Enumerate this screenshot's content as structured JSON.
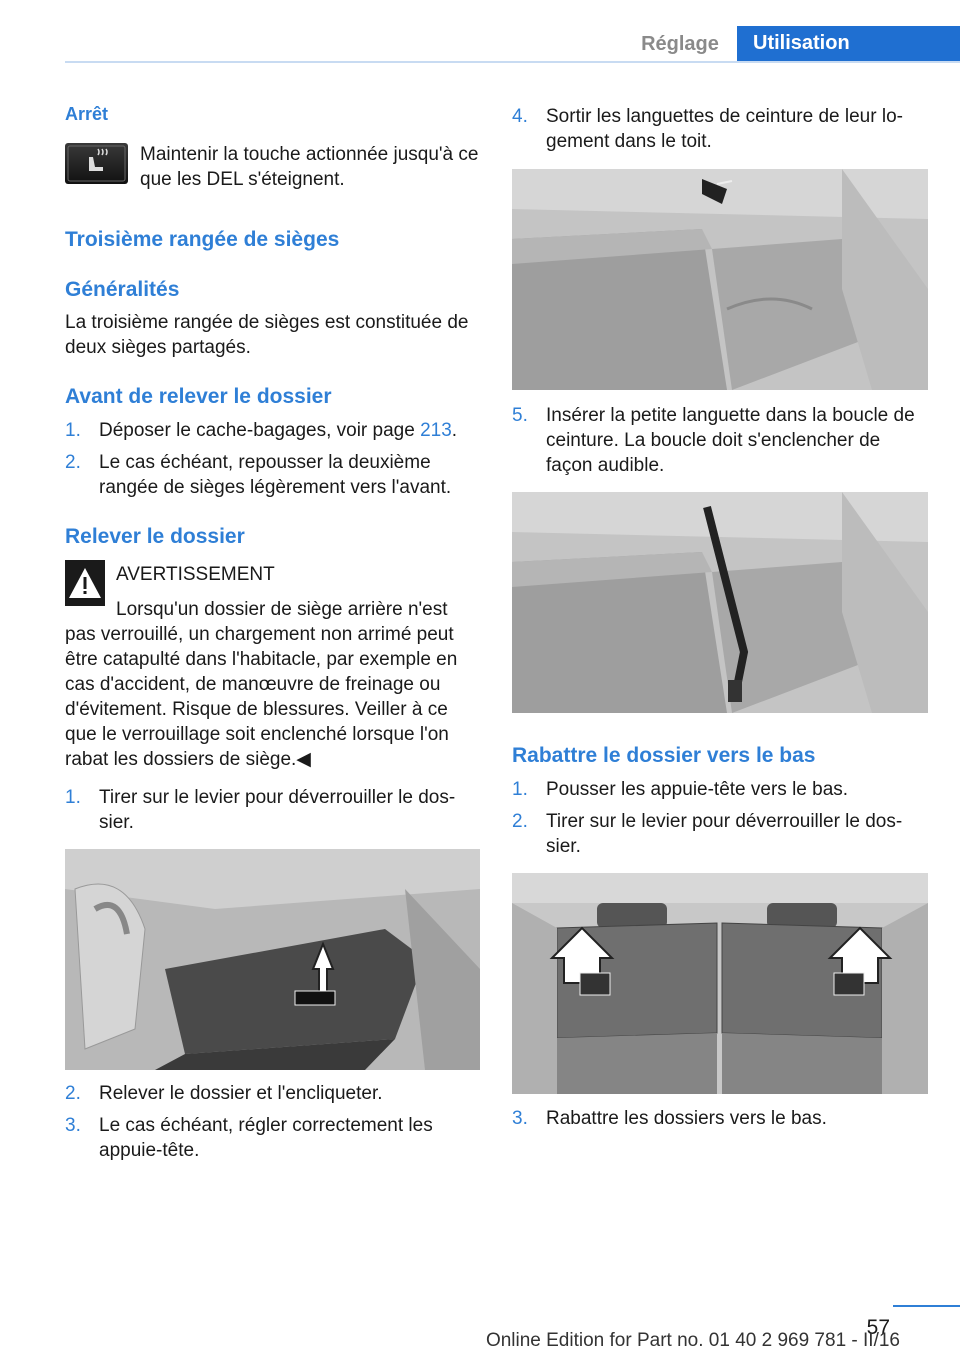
{
  "header": {
    "tab_reglage": "Réglage",
    "tab_utilisation": "Utilisation"
  },
  "left": {
    "arret_label": "Arrêt",
    "arret_text": "Maintenir la touche actionnée jusqu'à ce que les DEL s'éteignent.",
    "section_title": "Troisième rangée de sièges",
    "generalites_title": "Généralités",
    "generalites_text": "La troisième rangée de sièges est constituée de deux sièges partagés.",
    "avant_title": "Avant de relever le dossier",
    "avant_items": [
      {
        "num": "1.",
        "text_before": "Déposer le cache-bagages, voir page ",
        "link": "213",
        "text_after": "."
      },
      {
        "num": "2.",
        "text": "Le cas échéant, repousser la deuxième rangée de sièges légèrement vers l'avant."
      }
    ],
    "relever_title": "Relever le dossier",
    "warning_title": "AVERTISSEMENT",
    "warning_text": "Lorsqu'un dossier de siège arrière n'est pas verrouillé, un chargement non arrimé peut être catapulté dans l'habitacle, par exemple en cas d'accident, de manœuvre de freinage ou d'évitement. Risque de blessures. Veiller à ce que le verrouillage soit enclenché lorsque l'on rabat les dossiers de siège.◀",
    "relever_items_a": [
      {
        "num": "1.",
        "text": "Tirer sur le levier pour déverrouiller le dos­sier."
      }
    ],
    "relever_items_b": [
      {
        "num": "2.",
        "text": "Relever le dossier et l'encliqueter."
      },
      {
        "num": "3.",
        "text": "Le cas échéant, régler correctement les appuie-tête."
      }
    ]
  },
  "right": {
    "items_a": [
      {
        "num": "4.",
        "text": "Sortir les languettes de ceinture de leur lo­gement dans le toit."
      }
    ],
    "items_b": [
      {
        "num": "5.",
        "text": "Insérer la petite languette dans la boucle de ceinture. La boucle doit s'enclencher de façon audible."
      }
    ],
    "rabattre_title": "Rabattre le dossier vers le bas",
    "rabattre_items": [
      {
        "num": "1.",
        "text": "Pousser les appuie-tête vers le bas."
      },
      {
        "num": "2.",
        "text": "Tirer sur le levier pour déverrouiller le dos­sier."
      }
    ],
    "rabattre_items_b": [
      {
        "num": "3.",
        "text": "Rabattre les dossiers vers le bas."
      }
    ]
  },
  "footer": {
    "page_number": "57",
    "edition": "Online Edition for Part no. 01 40 2 969 781 - II/16"
  },
  "colors": {
    "accent": "#2f7fd6",
    "header_active": "#1f6fd1",
    "header_inactive_text": "#8a8a8a"
  },
  "icons": [
    "seat-heating-button-icon",
    "warning-triangle-icon"
  ]
}
